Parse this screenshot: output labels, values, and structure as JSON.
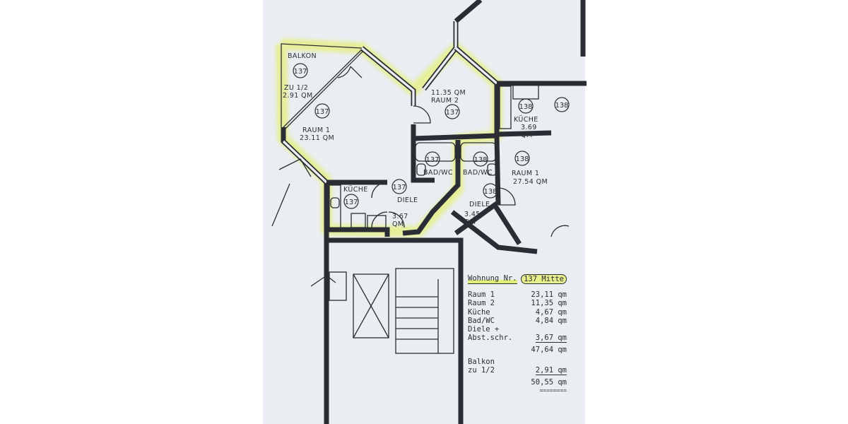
{
  "plan": {
    "unit_137": {
      "balkon": {
        "name": "BALKON",
        "number": "137",
        "share": "ZU 1/2",
        "area": "2.91 QM"
      },
      "raum1": {
        "number": "137",
        "name": "RAUM 1",
        "area": "23.11 QM"
      },
      "raum2": {
        "area": "11.35 QM",
        "name": "RAUM 2",
        "number": "137"
      },
      "bad": {
        "number": "137",
        "name": "BAD/WC"
      },
      "kueche": {
        "name": "KÜCHE",
        "number": "137"
      },
      "diele": {
        "number": "137",
        "name": "DIELE",
        "area_line1": "3.67",
        "area_line2": "QM"
      }
    },
    "unit_138": {
      "kueche": {
        "number": "138",
        "name": "KÜCHE",
        "area_line1": "3.69",
        "area_line2": "QM"
      },
      "room_top_right": {
        "number": "138"
      },
      "bad": {
        "number": "138",
        "name": "BAD/WC"
      },
      "raum1": {
        "number": "138",
        "name": "RAUM 1",
        "area": "27.54 QM"
      },
      "diele": {
        "number": "138",
        "name": "DIELE",
        "area_line1": "3.45",
        "area_line2": "QM"
      }
    },
    "highlight_color": "#e4ee7a"
  },
  "summary": {
    "header_label": "Wohnung Nr.",
    "header_value": "137 Mitte",
    "rows": [
      {
        "label": "Raum 1",
        "value": "23,11 qm"
      },
      {
        "label": "Raum 2",
        "value": "11,35 qm"
      },
      {
        "label": "Küche",
        "value": "4,67 qm"
      },
      {
        "label": "Bad/WC",
        "value": "4,84 qm"
      },
      {
        "label": "Diele +",
        "value": ""
      },
      {
        "label": "Abst.schr.",
        "value": "3,67 qm"
      }
    ],
    "subtotal": "47,64 qm",
    "balkon_label1": "Balkon",
    "balkon_label2": "zu 1/2",
    "balkon_value": "2,91 qm",
    "total": "50,55 qm",
    "total_underline": "========"
  }
}
